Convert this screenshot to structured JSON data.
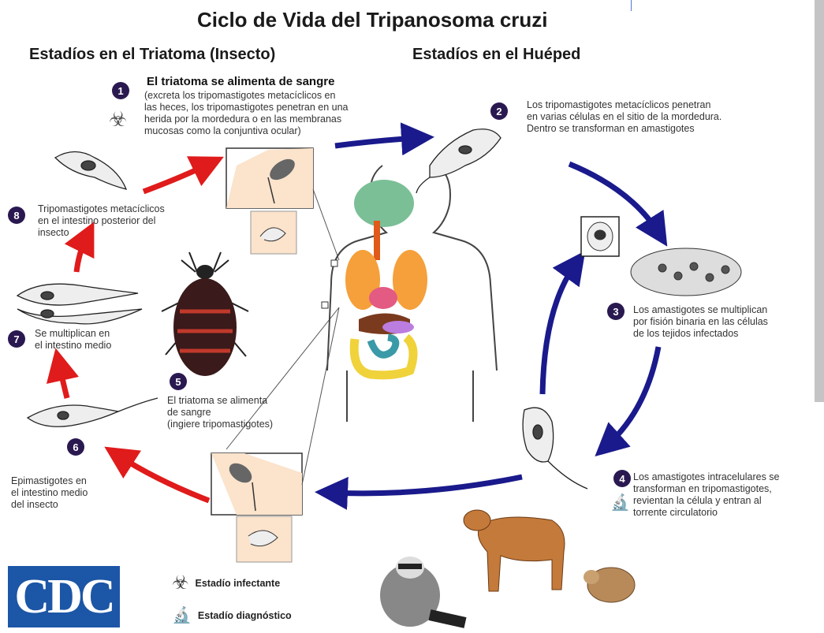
{
  "title": "Ciclo de Vida del Tripanosoma cruzi",
  "sections": {
    "insect": "Estadíos en el Triatoma (Insecto)",
    "host": "Estadíos en el Huéped"
  },
  "steps": [
    {
      "num": "1",
      "heading": "El triatoma se alimenta de sangre",
      "lines": [
        "(excreta los tripomastigotes metacíclicos en",
        "las heces, los tripomastigotes penetran en una",
        "herida por la mordedura o en las membranas",
        "mucosas como la conjuntiva ocular)"
      ]
    },
    {
      "num": "2",
      "lines": [
        "Los tripomastigotes metacíclicos penetran",
        "en varias células en el sitio de la mordedura.",
        "Dentro se transforman en amastigotes"
      ]
    },
    {
      "num": "3",
      "lines": [
        "Los amastigotes se multiplican",
        "por fisión binaria en las células",
        "de los tejidos infectados"
      ]
    },
    {
      "num": "4",
      "lines": [
        "Los amastigotes intracelulares se",
        "transforman en tripomastigotes,",
        "revientan la célula y entran al",
        "torrente circulatorio"
      ]
    },
    {
      "num": "5",
      "lines": [
        "El triatoma se alimenta",
        "de sangre",
        "(ingiere tripomastigotes)"
      ]
    },
    {
      "num": "6",
      "lines": [
        "Epimastigotes en",
        "el intestino medio",
        "del insecto"
      ]
    },
    {
      "num": "7",
      "lines": [
        "Se multiplican en",
        "el intestino medio"
      ]
    },
    {
      "num": "8",
      "lines": [
        "Tripomastigotes metacíclicos",
        "en el intestino posterior del",
        "insecto"
      ]
    }
  ],
  "legend": {
    "infective": "Estadío infectante",
    "diagnostic": "Estadío diagnóstico"
  },
  "logo": "CDC",
  "icons": [
    "biohazard-icon",
    "microscope-icon"
  ],
  "colors": {
    "host_arrow": "#1a1a8c",
    "insect_arrow": "#e01b1b",
    "badge": "#2a1950",
    "logo": "#1c56a6"
  }
}
